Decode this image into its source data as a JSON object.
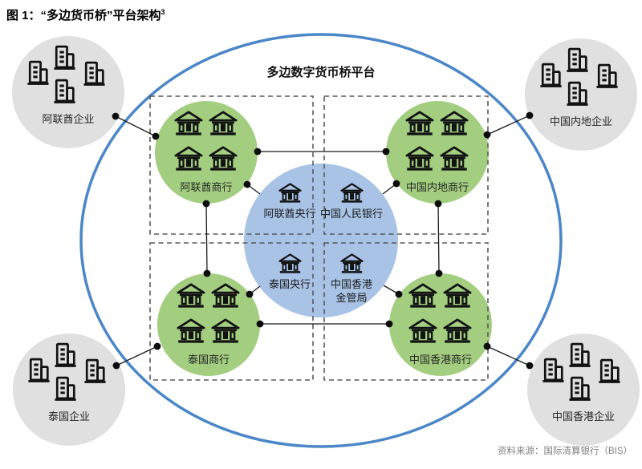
{
  "title": {
    "text": "图 1：“多边货币桥”平台架构",
    "superscript": "3"
  },
  "platform": {
    "label": "多边数字货币桥平台"
  },
  "enterprise_circles": [
    {
      "id": "uae",
      "label": "阿联酋企业",
      "position": "top-left"
    },
    {
      "id": "china-mainland",
      "label": "中国内地企业",
      "position": "top-right"
    },
    {
      "id": "thailand",
      "label": "泰国企业",
      "position": "bottom-left"
    },
    {
      "id": "china-hongkong",
      "label": "中国香港企业",
      "position": "bottom-right"
    }
  ],
  "commercial_bank_circles": [
    {
      "id": "uae",
      "label": "阿联酋商行",
      "position": "top-left"
    },
    {
      "id": "china-mainland",
      "label": "中国内地商行",
      "position": "top-right"
    },
    {
      "id": "thailand",
      "label": "泰国商行",
      "position": "bottom-left"
    },
    {
      "id": "china-hongkong",
      "label": "中国香港商行",
      "position": "bottom-right"
    }
  ],
  "central_banks": [
    {
      "id": "uae",
      "label": "阿联酋央行"
    },
    {
      "id": "china",
      "label": "中国人民银行"
    },
    {
      "id": "thailand",
      "label": "泰国央行"
    },
    {
      "id": "china-hongkong",
      "label": "中国香港金管局",
      "lines": [
        "中国香港",
        "金管局"
      ]
    }
  ],
  "source_note": "资料来源：国际清算银行（BIS）",
  "icons": {
    "enterprise": "building-icon",
    "bank": "bank-icon"
  },
  "colors": {
    "platform_ring": "#4b87c8",
    "central_bank_fill": "#a8c3e5",
    "commercial_bank_fill": "#a3ce80",
    "enterprise_fill": "#e0e0e0",
    "connector": "#1a1a1a",
    "dashed_border": "#595959",
    "source_text": "#7f7f7f"
  }
}
